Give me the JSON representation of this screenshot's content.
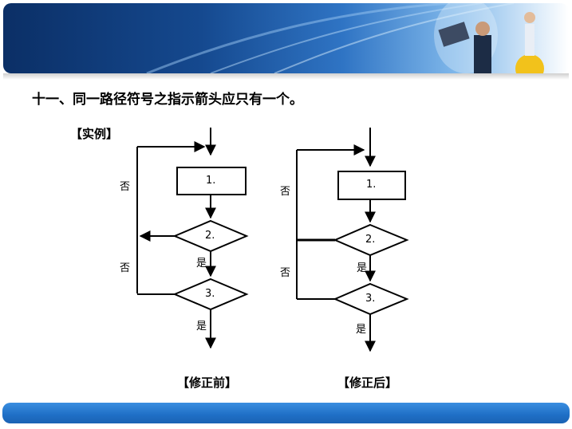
{
  "title": "十一、同一路径符号之指示箭头应只有一个。",
  "example_label": "【实例】",
  "before": {
    "caption": "【修正前】",
    "box1": "1.",
    "decision2": "2.",
    "decision3": "3.",
    "no_label_1": "否",
    "no_label_2": "否",
    "yes_label_2": "是",
    "yes_label_3": "是"
  },
  "after": {
    "caption": "【修正后】",
    "box1": "1.",
    "decision2": "2.",
    "decision3": "3.",
    "no_label_1": "否",
    "no_label_2": "否",
    "yes_label_2": "是",
    "yes_label_3": "是"
  },
  "colors": {
    "banner_dark": "#0b2f66",
    "banner_light": "#7fb7ea",
    "footer_blue": "#1f6fc6",
    "line": "#000000"
  }
}
